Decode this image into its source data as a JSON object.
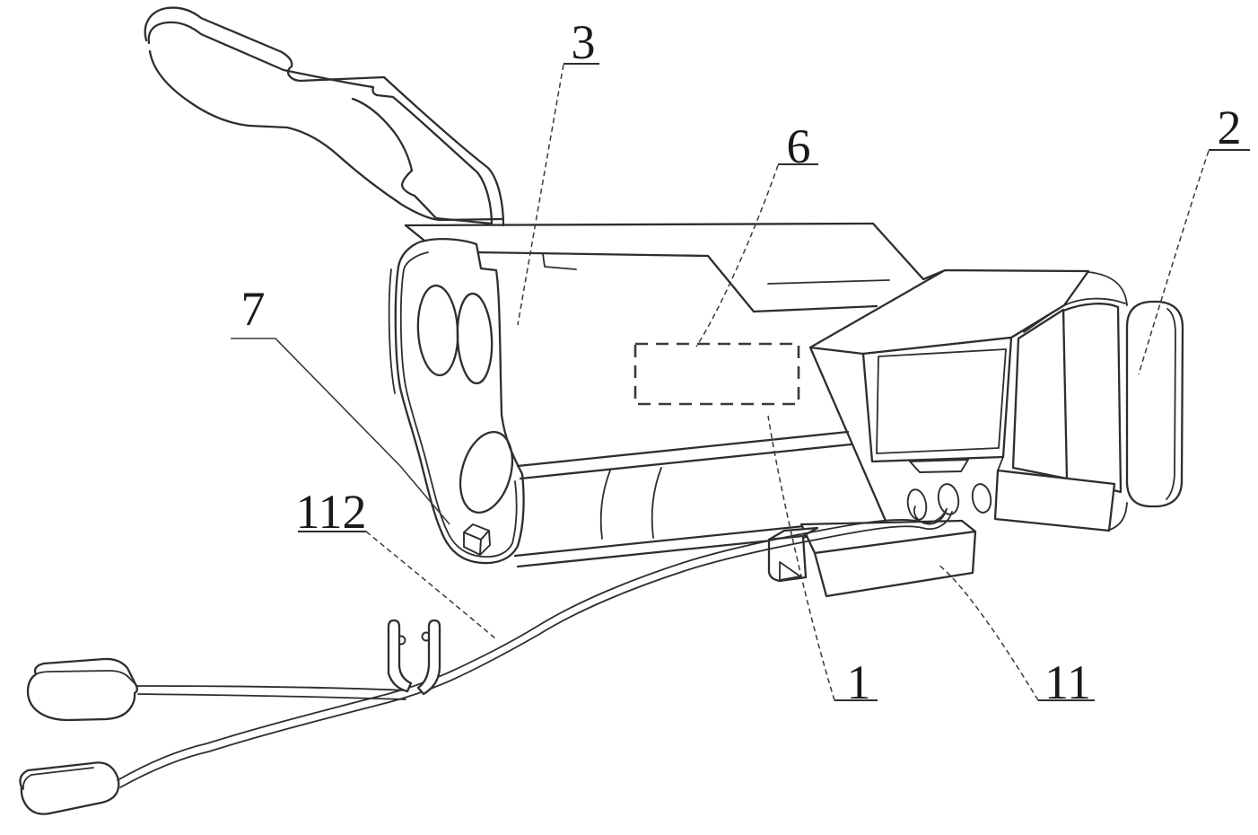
{
  "figure": {
    "background": "#ffffff",
    "stroke_color": "#2e2e2e",
    "labels": [
      {
        "id": "3",
        "text": "3"
      },
      {
        "id": "6",
        "text": "6"
      },
      {
        "id": "2",
        "text": "2"
      },
      {
        "id": "7",
        "text": "7"
      },
      {
        "id": "112",
        "text": "112"
      },
      {
        "id": "1",
        "text": "1"
      },
      {
        "id": "11",
        "text": "11"
      }
    ]
  }
}
